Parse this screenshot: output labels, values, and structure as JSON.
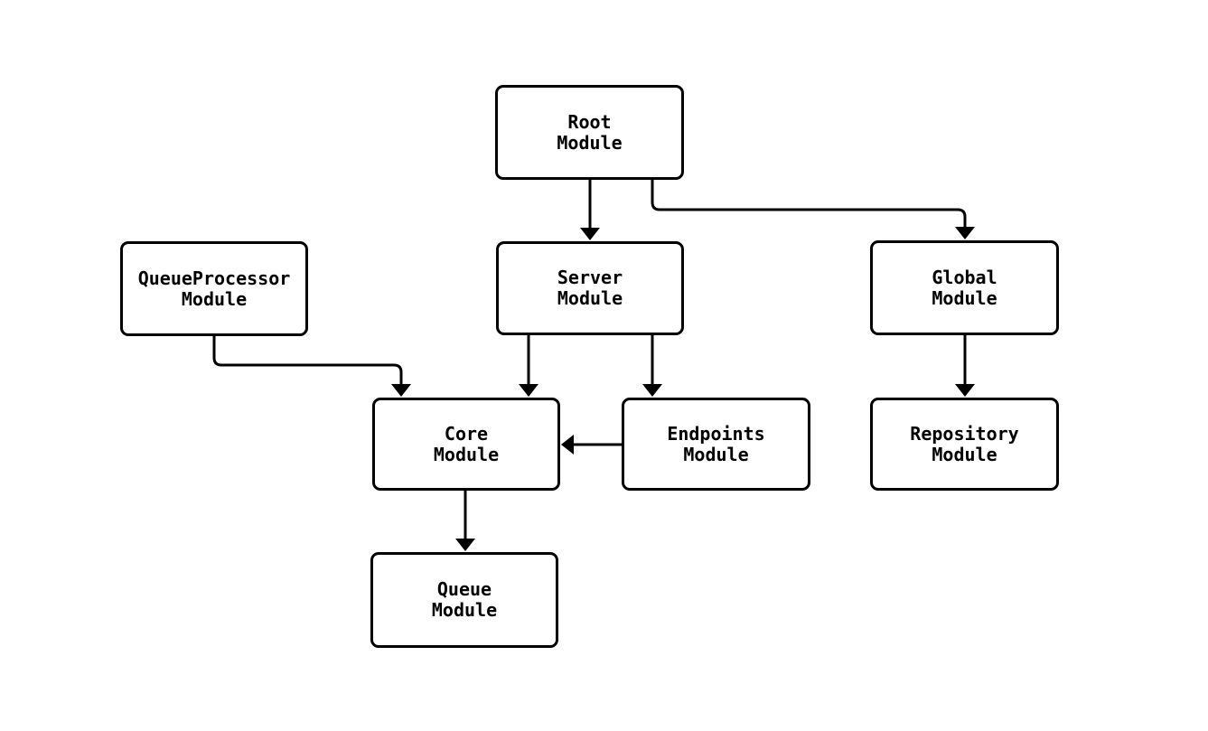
{
  "diagram": {
    "type": "flowchart",
    "background_color": "#ffffff",
    "stroke_color": "#000000",
    "node_fill_color": "#ffffff",
    "nodes": [
      {
        "id": "root",
        "label": "Root\nModule"
      },
      {
        "id": "server",
        "label": "Server\nModule"
      },
      {
        "id": "global",
        "label": "Global\nModule"
      },
      {
        "id": "queueprocessor",
        "label": "QueueProcessor\nModule"
      },
      {
        "id": "core",
        "label": "Core\nModule"
      },
      {
        "id": "endpoints",
        "label": "Endpoints\nModule"
      },
      {
        "id": "repository",
        "label": "Repository\nModule"
      },
      {
        "id": "queue",
        "label": "Queue\nModule"
      }
    ],
    "edges": [
      {
        "from": "root",
        "to": "server"
      },
      {
        "from": "root",
        "to": "global"
      },
      {
        "from": "queueprocessor",
        "to": "core"
      },
      {
        "from": "server",
        "to": "core"
      },
      {
        "from": "server",
        "to": "endpoints"
      },
      {
        "from": "endpoints",
        "to": "core"
      },
      {
        "from": "global",
        "to": "repository"
      },
      {
        "from": "core",
        "to": "queue"
      }
    ]
  }
}
